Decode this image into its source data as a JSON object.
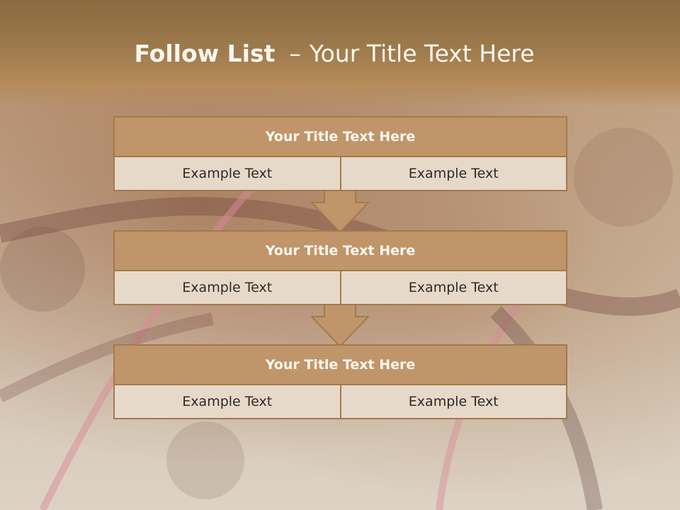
{
  "slide": {
    "title_bold": "Follow List",
    "title_dash": "–",
    "title_rest": "Your Title Text Here"
  },
  "groups": [
    {
      "title": "Your Title Text Here",
      "left": "Example Text",
      "right": "Example Text"
    },
    {
      "title": "Your Title Text Here",
      "left": "Example Text",
      "right": "Example Text"
    },
    {
      "title": "Your Title Text Here",
      "left": "Example Text",
      "right": "Example Text"
    }
  ],
  "colors": {
    "header": "#9c7a4c",
    "box_title": "#c1956a",
    "box_cell": "#e7d9ca",
    "border": "#a27a4c",
    "arrow": "#c1956a"
  }
}
